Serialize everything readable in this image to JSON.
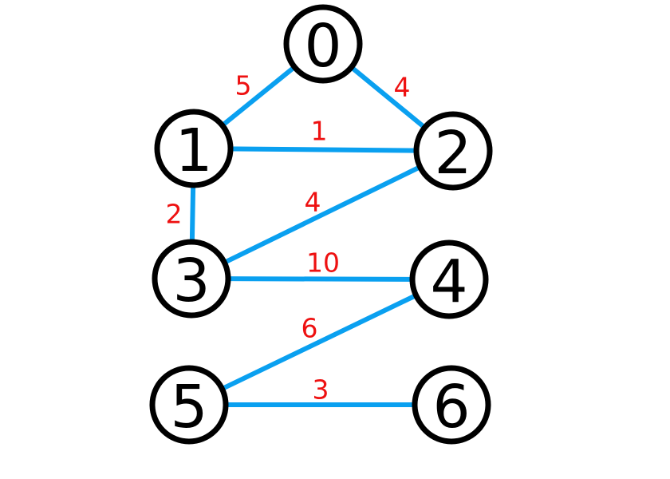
{
  "colors": {
    "edge": "#0aa0f0",
    "node_stroke": "#000000",
    "node_fill": "#ffffff",
    "weight_text": "#ee1111",
    "node_text": "#000000"
  },
  "nodes": [
    {
      "id": "0",
      "label": "0"
    },
    {
      "id": "1",
      "label": "1"
    },
    {
      "id": "2",
      "label": "2"
    },
    {
      "id": "3",
      "label": "3"
    },
    {
      "id": "4",
      "label": "4"
    },
    {
      "id": "5",
      "label": "5"
    },
    {
      "id": "6",
      "label": "6"
    }
  ],
  "edges": [
    {
      "from": "0",
      "to": "1",
      "weight": "5"
    },
    {
      "from": "0",
      "to": "2",
      "weight": "4"
    },
    {
      "from": "1",
      "to": "2",
      "weight": "1"
    },
    {
      "from": "1",
      "to": "3",
      "weight": "2"
    },
    {
      "from": "2",
      "to": "3",
      "weight": "4"
    },
    {
      "from": "3",
      "to": "4",
      "weight": "10"
    },
    {
      "from": "4",
      "to": "5",
      "weight": "6"
    },
    {
      "from": "5",
      "to": "6",
      "weight": "3"
    }
  ]
}
